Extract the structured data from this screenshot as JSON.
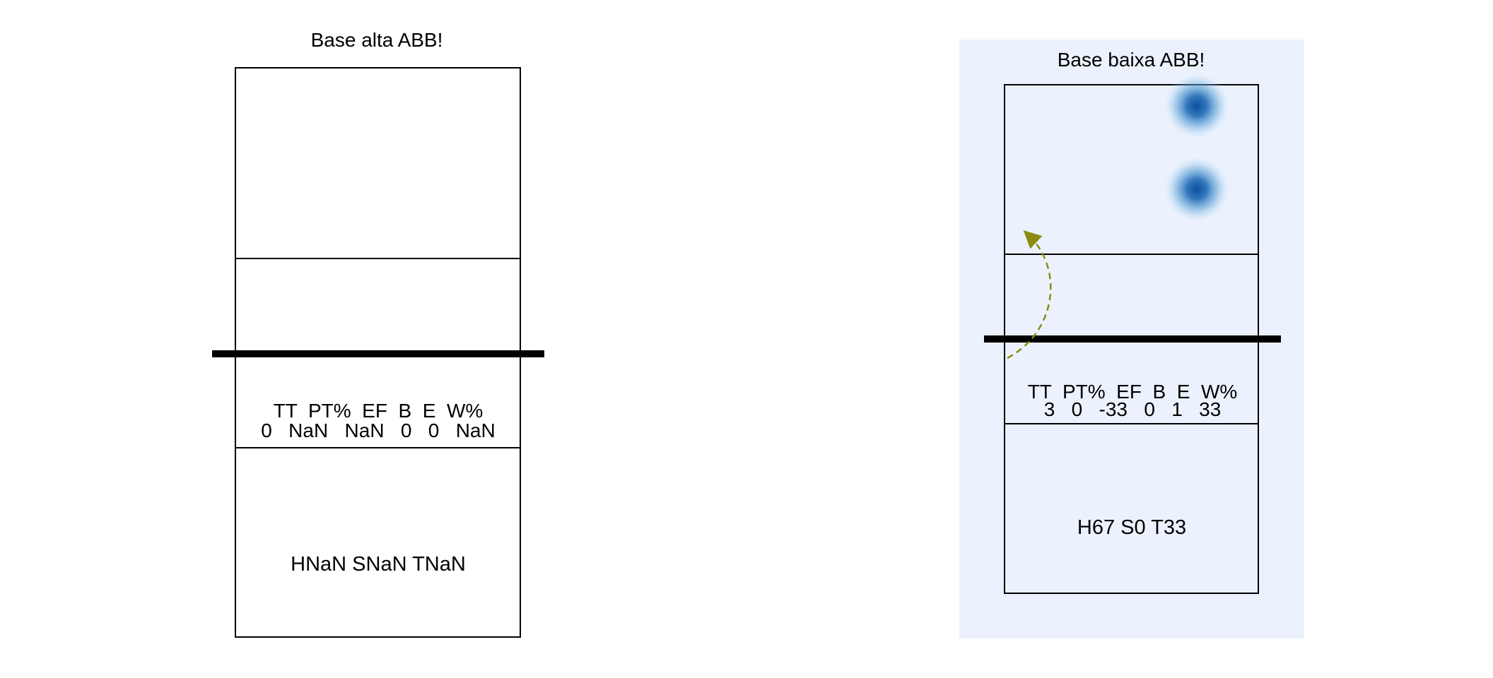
{
  "panels": [
    {
      "title": "Base alta ABB!",
      "stats_header": "TT  PT%  EF  B  E  W%",
      "stats_values": "0   NaN   NaN   0   0   NaN",
      "summary": "HNaN SNaN TNaN",
      "highlighted": false,
      "heat_spots": [],
      "trajectory": false
    },
    {
      "title": "Base baixa ABB!",
      "stats_header": "TT  PT%  EF  B  E  W%",
      "stats_values": "3   0   -33   0   1   33",
      "summary": "H67 S0 T33",
      "highlighted": true,
      "heat_spots": [
        {
          "label": "zone-top-right-1"
        },
        {
          "label": "zone-top-right-2"
        }
      ],
      "trajectory": true
    }
  ],
  "colors": {
    "highlight_bg": "#ecf2fd",
    "heat": "#0b4f9c",
    "trajectory": "#8b8b12",
    "lines": "#000000"
  }
}
